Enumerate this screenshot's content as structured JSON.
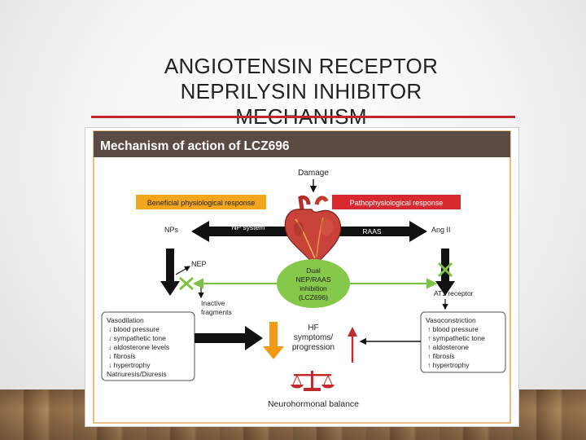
{
  "slide": {
    "title_lines": [
      "ANGIOTENSIN RECEPTOR",
      "NEPRILYSIN INHIBITOR",
      "MECHANISM"
    ]
  },
  "figure": {
    "header": "Mechanism of action of LCZ696",
    "damage": "Damage",
    "beneficial": "Beneficial physiological response",
    "pathophysiological": "Pathophysiological response",
    "nps": "NPs",
    "np_system": "NP system",
    "raas": "RAAS",
    "ang_ii": "Ang II",
    "nep": "NEP",
    "dual_lines": [
      "Dual",
      "NEP/RAAS",
      "inhibition",
      "(LCZ696)"
    ],
    "inactive_lines": [
      "Inactive",
      "fragments"
    ],
    "at1_receptor": "AT1 receptor",
    "left_box": {
      "heading": "Vasodilation",
      "items": [
        "↓ blood pressure",
        "↓ sympathetic tone",
        "↓ aldosterone levels",
        "↓ fibrosis",
        "↓ hypertrophy"
      ],
      "footer": "Natriuresis/Diuresis"
    },
    "right_box": {
      "heading": "Vasoconstriction",
      "items": [
        "↑ blood pressure",
        "↑ sympathetic tone",
        "↑ aldosterone",
        "↑ fibrosis",
        "↑ hypertrophy"
      ]
    },
    "hf_lines": [
      "HF",
      "symptoms/",
      "progression"
    ],
    "neurohormonal": "Neurohormonal balance",
    "colors": {
      "header_bg": "#5b4b45",
      "beneficial_bar": "#f2a61d",
      "patho_bar": "#d82a2e",
      "dual_circle": "#86c84a",
      "x_mark": "#7dc242",
      "hf_down_arrow": "#f29a12",
      "hf_up_arrow": "#c22a2e",
      "frame_border": "#e0a85a"
    }
  }
}
